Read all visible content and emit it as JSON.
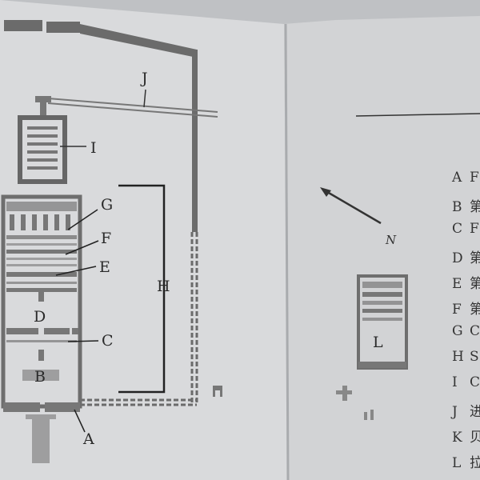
{
  "plan_labels": {
    "A": "A",
    "B": "B",
    "C": "C",
    "D": "D",
    "E": "E",
    "F": "F",
    "G": "G",
    "H": "H",
    "I": "I",
    "J": "J",
    "L": "L",
    "north": "N"
  },
  "legend": [
    {
      "key": "A",
      "text": "F"
    },
    {
      "key": "B",
      "text": "第"
    },
    {
      "key": "C",
      "text": "F"
    },
    {
      "key": "D",
      "text": "第"
    },
    {
      "key": "E",
      "text": "第"
    },
    {
      "key": "F",
      "text": "第"
    },
    {
      "key": "G",
      "text": "C"
    },
    {
      "key": "H",
      "text": "S"
    },
    {
      "key": "I",
      "text": "C"
    },
    {
      "key": "J",
      "text": "进"
    },
    {
      "key": "K",
      "text": "贝"
    },
    {
      "key": "L",
      "text": "拉"
    }
  ],
  "colors": {
    "left_page": "#d9dadc",
    "right_page": "#d2d3d5",
    "ink": "#6b6b6b"
  }
}
